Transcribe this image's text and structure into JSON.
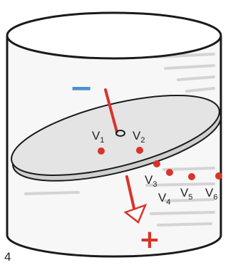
{
  "figure": {
    "number": "4",
    "minus_sign": "−",
    "plus_sign": "+",
    "colors": {
      "cylinder_stroke": "#1a1a1a",
      "cylinder_fill": "#f7f7f7",
      "text_bg": "#d9d9d9",
      "disk_fill": "#e2e2e2",
      "disk_stroke": "#1a1a1a",
      "dots": "#d8342a",
      "arrow": "#d8342a",
      "minus": "#4a8fd0",
      "plus": "#d8342a"
    },
    "points": [
      {
        "label": "V",
        "sub": "1"
      },
      {
        "label": "V",
        "sub": "2"
      },
      {
        "label": "V",
        "sub": "3"
      },
      {
        "label": "V",
        "sub": "4"
      },
      {
        "label": "V",
        "sub": "5"
      },
      {
        "label": "V",
        "sub": "6"
      }
    ]
  }
}
